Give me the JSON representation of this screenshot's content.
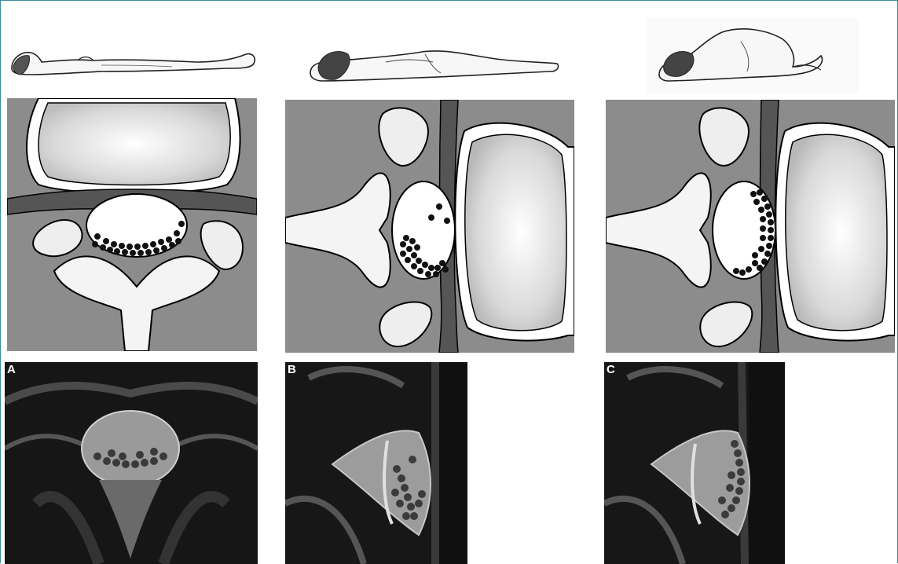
{
  "figure": {
    "panels": [
      {
        "label": "A",
        "position": "supine"
      },
      {
        "label": "B",
        "position": "prone"
      },
      {
        "label": "C",
        "position": "lateral-decubitus"
      }
    ]
  },
  "colors": {
    "border": "#3a8f9a",
    "tissue_gray": "#8c8c8c",
    "dura": "#555555",
    "bone": "#eeeeee",
    "nerve_root": "#111111",
    "mri_background": "#151515"
  }
}
